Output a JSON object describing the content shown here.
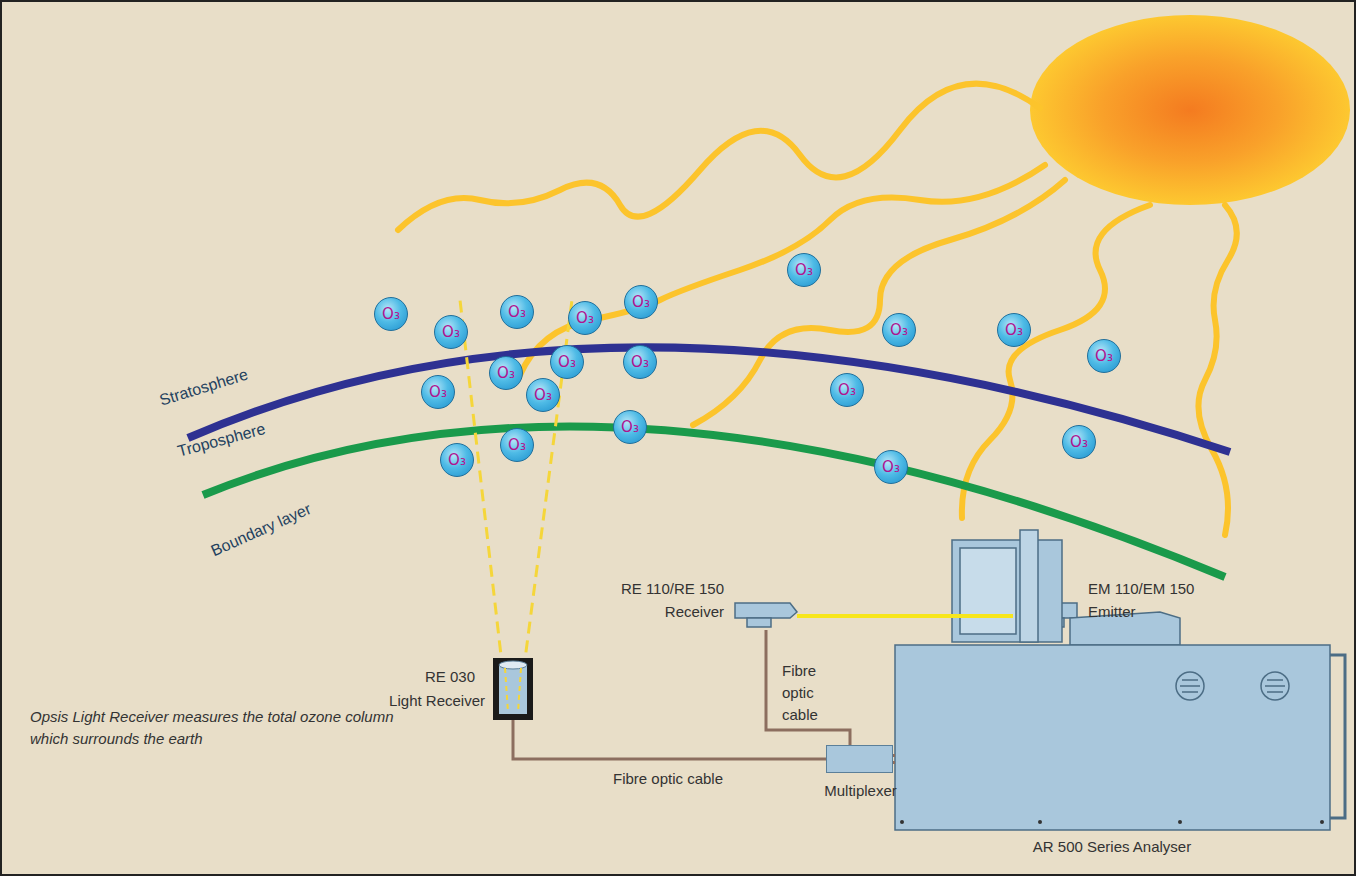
{
  "diagram": {
    "caption": "Opsis Light Receiver measures the total ozone column which surrounds the earth",
    "nodes": [
      {
        "text": [
          "O₃"
        ]
      },
      {
        "text": [
          "O₃"
        ]
      },
      {
        "text": [
          "O₃"
        ]
      },
      {
        "text": [
          "O₃"
        ]
      },
      {
        "text": [
          "O₃"
        ]
      },
      {
        "text": [
          "O₃"
        ]
      },
      {
        "text": [
          "O₃"
        ]
      },
      {
        "text": [
          "O₃"
        ]
      },
      {
        "text": [
          "O₃"
        ]
      },
      {
        "text": [
          "O₃"
        ]
      },
      {
        "text": [
          "O₃"
        ]
      },
      {
        "text": [
          "O₃"
        ]
      },
      {
        "text": [
          "O₃"
        ]
      },
      {
        "text": [
          "O₃"
        ]
      },
      {
        "text": [
          "O₃"
        ]
      },
      {
        "text": [
          "O₃"
        ]
      },
      {
        "text": [
          "O₃"
        ]
      },
      {
        "text": [
          "O₃"
        ]
      },
      {
        "text": [
          "O₃"
        ]
      },
      {
        "text": [
          "O₃"
        ]
      },
      {
        "text": [
          "RE 110/RE 150",
          "Receiver"
        ]
      },
      {
        "text": [
          "EM 110/EM 150",
          "Emitter"
        ]
      },
      {
        "text": [
          "RE 030",
          "Light Receiver"
        ]
      },
      {
        "text": [
          "Multiplexer"
        ]
      },
      {
        "text": [
          "AR 500 Series Analyser"
        ]
      }
    ],
    "edges": [
      {
        "from": 20,
        "to": 21,
        "arrow": "none"
      },
      {
        "from": 20,
        "to": 23,
        "label": "Fibre optic cable",
        "arrow": "none"
      },
      {
        "from": 22,
        "to": 23,
        "label": "Fibre optic cable",
        "arrow": "none"
      },
      {
        "from": 23,
        "to": 24,
        "arrow": "none"
      }
    ],
    "labels": [
      "Stratosphere",
      "Troposphere",
      "Boundary layer"
    ]
  }
}
